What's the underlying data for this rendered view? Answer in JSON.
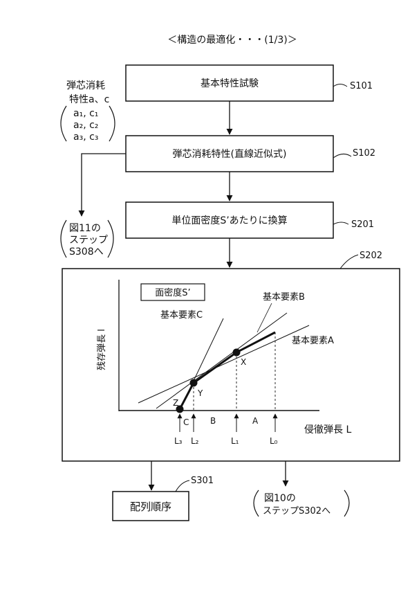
{
  "title": "＜構造の最適化・・・(1/3)＞",
  "steps": {
    "s101": {
      "label": "基本特性試験",
      "id": "S101"
    },
    "s102": {
      "label": "弾芯消耗特性(直線近似式)",
      "id": "S102"
    },
    "s201": {
      "label": "単位面密度S’あたりに換算",
      "id": "S201"
    },
    "s202": {
      "id": "S202"
    },
    "s301": {
      "label": "配列順序",
      "id": "S301"
    }
  },
  "side_note": {
    "line1": "弾芯消耗",
    "line2": "特性a、c",
    "pairs": [
      "a₁, c₁",
      "a₂, c₂",
      "a₃, c₃"
    ]
  },
  "ref_fig11": {
    "line1": "図11の",
    "line2": "ステップ",
    "line3": "S308へ"
  },
  "ref_fig10": {
    "line1": "図10の",
    "line2": "ステップS302へ"
  },
  "inner_chart": {
    "legend": "面密度S’",
    "ylabel": "残存弾長 l",
    "xlabel": "侵徹弾長 L",
    "lines": {
      "a": "基本要素A",
      "b": "基本要素B",
      "c": "基本要素C"
    },
    "points": {
      "x": "X",
      "y": "Y",
      "z": "Z"
    },
    "regions": {
      "a": "A",
      "b": "B",
      "c": "C"
    },
    "ticks": [
      "L₃",
      "L₂",
      "L₁",
      "L₀"
    ]
  }
}
